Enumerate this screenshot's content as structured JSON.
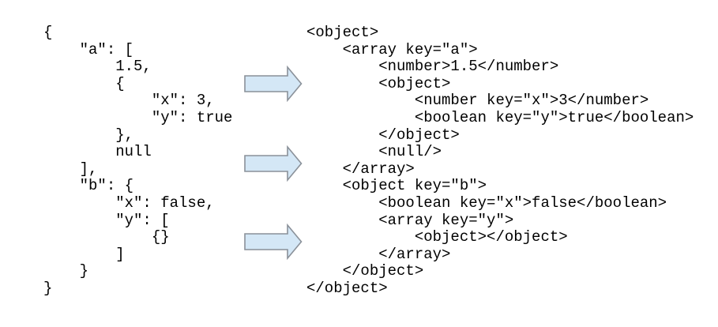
{
  "page": {
    "background_color": "#ffffff",
    "text_color": "#000000"
  },
  "diagram": {
    "json_panel": {
      "code": [
        "{",
        "    \"a\": [",
        "        1.5,",
        "        {",
        "            \"x\": 3,",
        "            \"y\": true",
        "        },",
        "        null",
        "    ],",
        "    \"b\": {",
        "        \"x\": false,",
        "        \"y\": [",
        "            {}",
        "        ]",
        "    }",
        "}"
      ]
    },
    "xml_panel": {
      "code": [
        "<object>",
        "    <array key=\"a\">",
        "        <number>1.5</number>",
        "        <object>",
        "            <number key=\"x\">3</number>",
        "            <boolean key=\"y\">true</boolean>",
        "        </object>",
        "        <null/>",
        "    </array>",
        "    <object key=\"b\">",
        "        <boolean key=\"x\">false</boolean>",
        "        <array key=\"y\">",
        "            <object></object>",
        "        </array>",
        "    </object>",
        "</object>"
      ]
    },
    "arrows": {
      "count": 3,
      "direction": "right",
      "fill": "#d4e7f6",
      "stroke": "#8a9199"
    }
  }
}
